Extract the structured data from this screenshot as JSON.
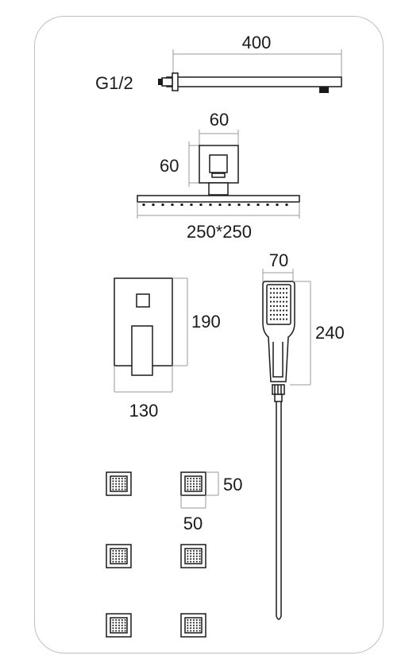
{
  "dimensions": {
    "arm_length": "400",
    "thread": "G1/2",
    "mount_width": "60",
    "mount_height": "60",
    "head_size": "250*250",
    "valve_height": "190",
    "valve_width": "130",
    "handshower_width": "70",
    "handshower_length": "240",
    "jet_width": "50",
    "jet_height": "50"
  },
  "colors": {
    "ink": "#1a1a1a",
    "dimension_line": "#9a9a9a",
    "frame": "#bfbfbf"
  }
}
